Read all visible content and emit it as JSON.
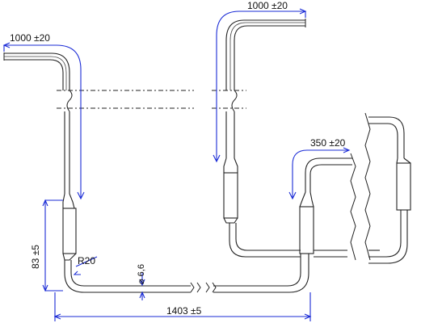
{
  "dimensions": {
    "lead_left": "1000 ±20",
    "lead_top": "1000 ±20",
    "lead_right": "350 ±20",
    "height": "83 ±5",
    "radius": "R20",
    "diameter": "⌀ 6,6",
    "total_length": "1403 ±5"
  },
  "colors": {
    "dimension_lines": "#1a2bd6",
    "outline": "#222222",
    "background": "#ffffff"
  }
}
